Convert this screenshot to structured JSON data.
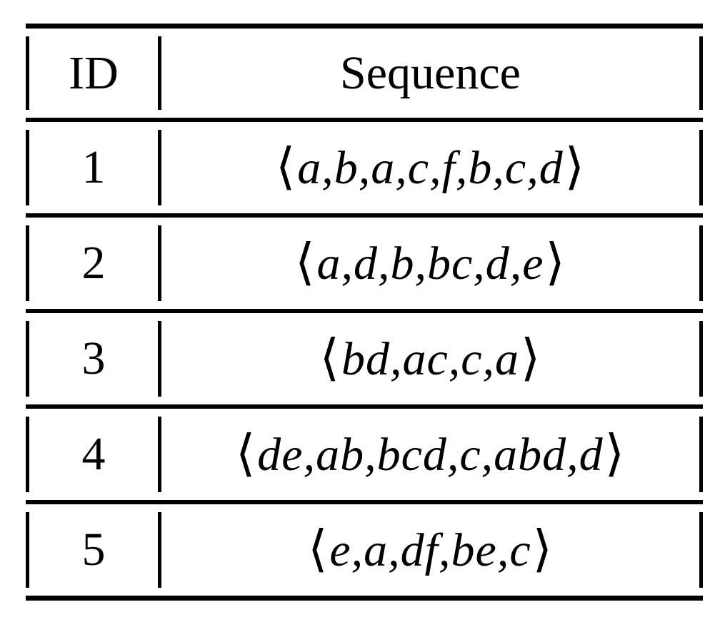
{
  "table": {
    "columns": [
      {
        "key": "id",
        "header": "ID",
        "align": "center"
      },
      {
        "key": "sequence",
        "header": "Sequence",
        "align": "center"
      }
    ],
    "open_bracket": "⟨",
    "close_bracket": "⟩",
    "rows": [
      {
        "id": "1",
        "sequence": "a,b,a,c,f,b,c,d"
      },
      {
        "id": "2",
        "sequence": "a,d,b,bc,d,e"
      },
      {
        "id": "3",
        "sequence": "bd,ac,c,a"
      },
      {
        "id": "4",
        "sequence": "de,ab,bcd,c,abd,d"
      },
      {
        "id": "5",
        "sequence": "e,a,df,be,c"
      }
    ],
    "style": {
      "rule_color": "#000000",
      "text_color": "#000000",
      "background": "#ffffff"
    }
  }
}
